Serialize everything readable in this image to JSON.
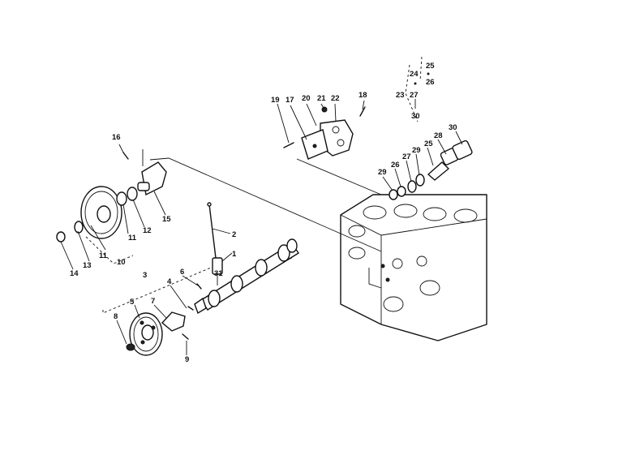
{
  "diagram": {
    "callouts": {
      "c1": "1",
      "c2": "2",
      "c3": "3",
      "c4": "4",
      "c5": "5",
      "c6": "6",
      "c7": "7",
      "c8": "8",
      "c9": "9",
      "c10": "10",
      "c11a": "11",
      "c11b": "11",
      "c12": "12",
      "c13": "13",
      "c14": "14",
      "c15": "15",
      "c16": "16",
      "c17": "17",
      "c18": "18",
      "c19": "19",
      "c20": "20",
      "c21": "21",
      "c22": "22",
      "c23": "23",
      "c24": "24",
      "c25a": "25",
      "c25b": "25",
      "c26a": "26",
      "c26b": "26",
      "c27a": "27",
      "c27b": "27",
      "c28": "28",
      "c29a": "29",
      "c29b": "29",
      "c30a": "30",
      "c30b": "30",
      "c31": "31"
    },
    "colors": {
      "ink": "#111111",
      "paper": "#ffffff"
    }
  }
}
